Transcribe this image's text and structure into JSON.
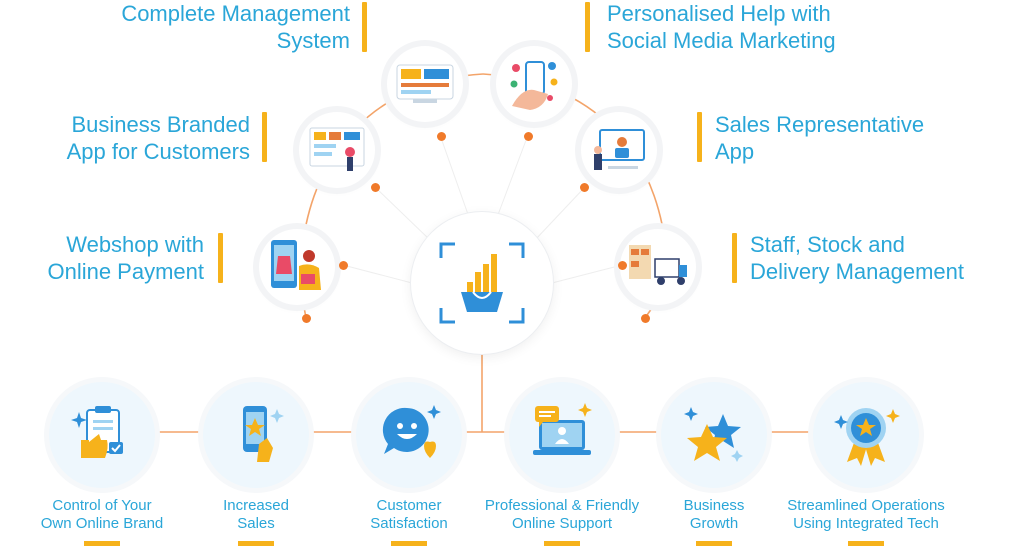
{
  "features": [
    {
      "id": "complete-management",
      "label": "Complete Management\nSystem",
      "side": "left",
      "icon": "dashboard-icon"
    },
    {
      "id": "business-branded-app",
      "label": "Business Branded\nApp for Customers",
      "side": "left",
      "icon": "app-screen-icon"
    },
    {
      "id": "webshop",
      "label": "Webshop with\nOnline Payment",
      "side": "left",
      "icon": "mobile-shop-icon"
    },
    {
      "id": "social-media",
      "label": "Personalised Help with\nSocial Media Marketing",
      "side": "right",
      "icon": "social-phone-icon"
    },
    {
      "id": "sales-rep",
      "label": "Sales Representative\nApp",
      "side": "right",
      "icon": "presentation-icon"
    },
    {
      "id": "staff-stock",
      "label": "Staff, Stock and\nDelivery Management",
      "side": "right",
      "icon": "delivery-truck-icon"
    }
  ],
  "hub": {
    "icon": "shopping-bag-growth-icon"
  },
  "benefits": [
    {
      "id": "online-brand",
      "label": "Control of Your\nOwn Online Brand",
      "icon": "thumbs-up-clipboard-icon"
    },
    {
      "id": "increased-sales",
      "label": "Increased\nSales",
      "icon": "phone-star-icon"
    },
    {
      "id": "customer-satisfaction",
      "label": "Customer\nSatisfaction",
      "icon": "smiley-heart-icon"
    },
    {
      "id": "online-support",
      "label": "Professional & Friendly\nOnline Support",
      "icon": "laptop-chat-icon"
    },
    {
      "id": "business-growth",
      "label": "Business\nGrowth",
      "icon": "stars-icon"
    },
    {
      "id": "streamlined-ops",
      "label": "Streamlined Operations\nUsing Integrated Tech",
      "icon": "award-badge-icon"
    }
  ],
  "colors": {
    "label_blue": "#2aa6d8",
    "accent_yellow": "#f6b21b",
    "connector_orange": "#f07a2a",
    "icon_blue": "#2f8fd8",
    "icon_light_blue": "#9fd3f2"
  }
}
